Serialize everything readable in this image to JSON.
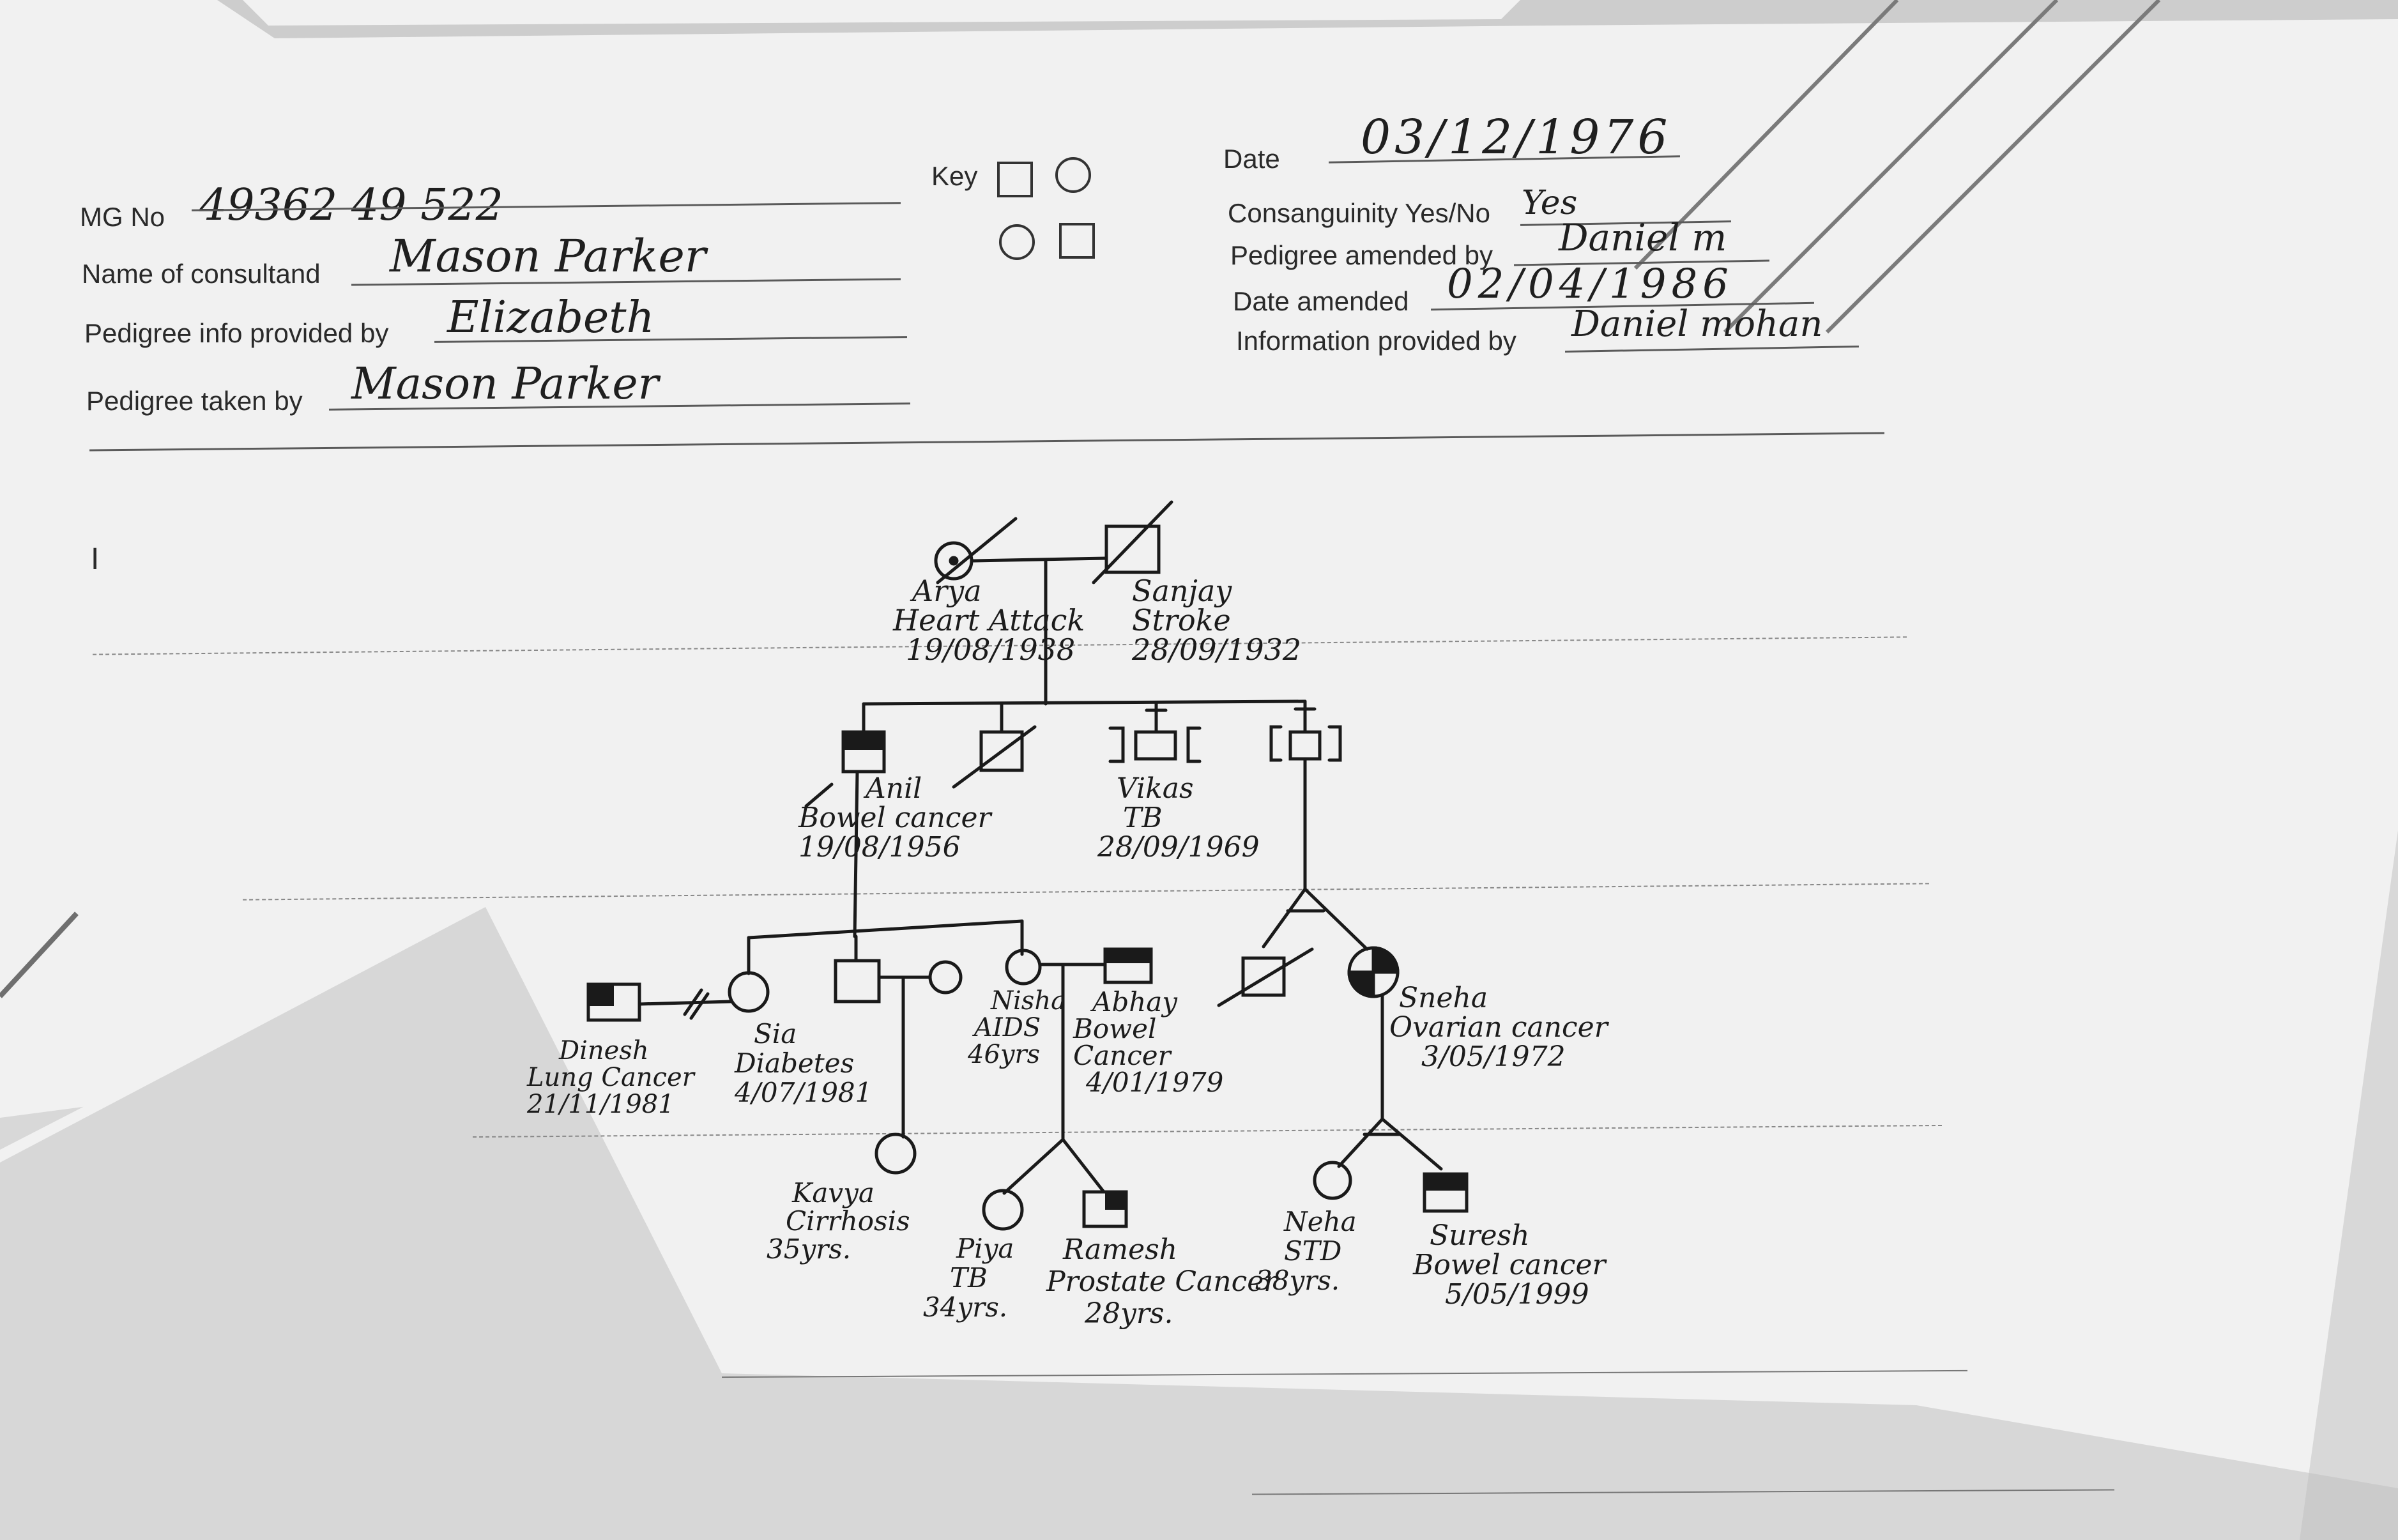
{
  "form": {
    "mg_no_label": "MG No",
    "mg_no_value": "49362 49 522",
    "consultand_label": "Name of consultand",
    "consultand_value": "Mason Parker",
    "info_provided_label": "Pedigree info provided by",
    "info_provided_value": "Elizabeth",
    "taken_by_label": "Pedigree taken by",
    "taken_by_value": "Mason Parker",
    "key_label": "Key",
    "date_label": "Date",
    "date_value": "03/12/1976",
    "consanguinity_label": "Consanguinity Yes/No",
    "consanguinity_value": "Yes",
    "amended_by_label": "Pedigree amended by",
    "amended_by_value": "Daniel m",
    "date_amended_label": "Date amended",
    "date_amended_value": "02/04/1986",
    "information_by_label": "Information provided by",
    "information_by_value": "Daniel mohan"
  },
  "margin_mark": "I",
  "pedigree": {
    "arya": [
      "Arya",
      "Heart Attack",
      "19/08/1938"
    ],
    "sanjay": [
      "Sanjay",
      "Stroke",
      "28/09/1932"
    ],
    "anil": [
      "Anil",
      "Bowel cancer",
      "19/08/1956"
    ],
    "vikas": [
      "Vikas",
      "TB",
      "28/09/1969"
    ],
    "dinesh": [
      "Dinesh",
      "Lung Cancer",
      "21/11/1981"
    ],
    "sia": [
      "Sia",
      "Diabetes",
      "4/07/1981"
    ],
    "nisha": [
      "Nisha",
      "AIDS",
      "46yrs"
    ],
    "abhay": [
      "Abhay",
      "Bowel",
      "Cancer",
      "4/01/1979"
    ],
    "sneha": [
      "Sneha",
      "Ovarian cancer",
      "3/05/1972"
    ],
    "kavya": [
      "Kavya",
      "Cirrhosis",
      "35yrs."
    ],
    "piya": [
      "Piya",
      "TB",
      "34yrs."
    ],
    "ramesh": [
      "Ramesh",
      "Prostate Cancer",
      "28yrs."
    ],
    "neha": [
      "Neha",
      "STD",
      "38yrs."
    ],
    "suresh": [
      "Suresh",
      "Bowel cancer",
      "5/05/1999"
    ]
  }
}
